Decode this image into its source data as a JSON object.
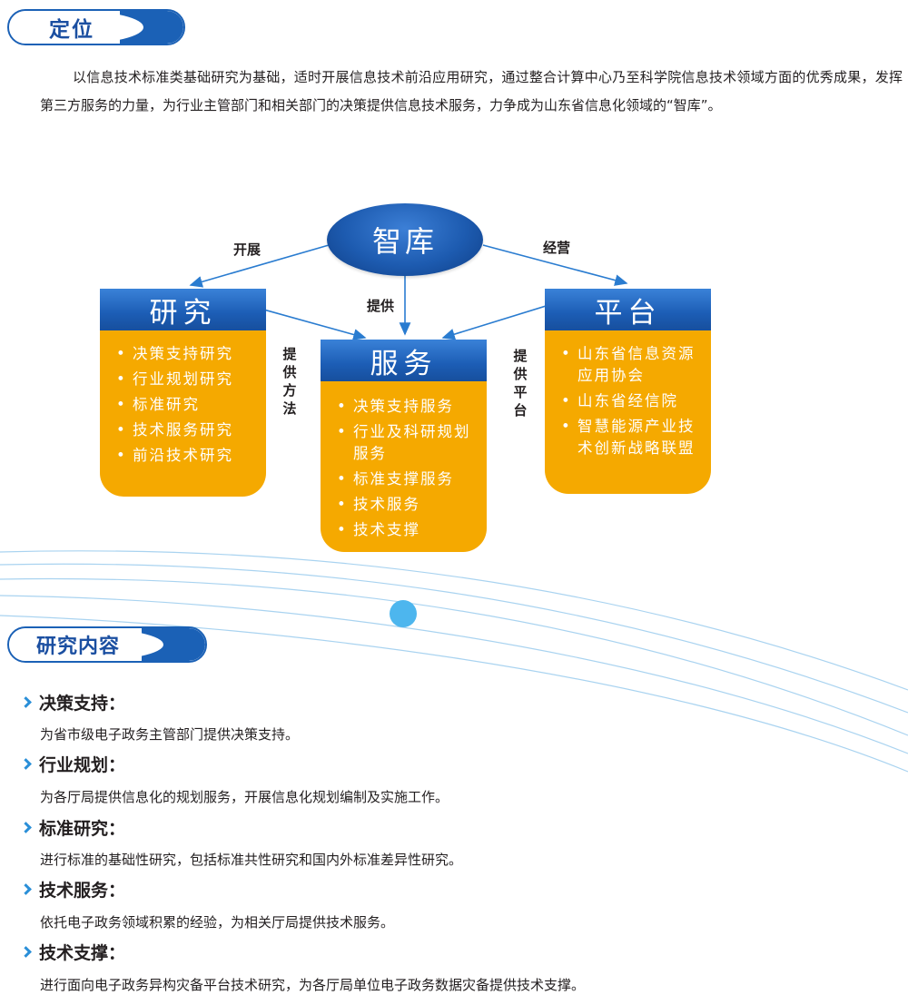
{
  "section1": {
    "title": "定位",
    "intro": "以信息技术标准类基础研究为基础，适时开展信息技术前沿应用研究，通过整合计算中心乃至科学院信息技术领域方面的优秀成果，发挥第三方服务的力量，为行业主管部门和相关部门的决策提供信息技术服务，力争成为山东省信息化领域的“智库”。"
  },
  "diagram": {
    "center": "智库",
    "edge_left": "开展",
    "edge_middle": "提供",
    "edge_right": "经营",
    "side_left": "提供方法",
    "side_right": "提供平台",
    "boxes": [
      {
        "title": "研究",
        "items": [
          "决策支持研究",
          "行业规划研究",
          "标准研究",
          "技术服务研究",
          "前沿技术研究"
        ]
      },
      {
        "title": "服务",
        "items": [
          "决策支持服务",
          "行业及科研规划服务",
          "标准支撑服务",
          "技术服务",
          "技术支撑"
        ]
      },
      {
        "title": "平台",
        "items": [
          "山东省信息资源应用协会",
          "山东省经信院",
          "智慧能源产业技术创新战略联盟"
        ]
      }
    ]
  },
  "section2": {
    "title": "研究内容",
    "items": [
      {
        "heading": "决策支持：",
        "desc": "为省市级电子政务主管部门提供决策支持。"
      },
      {
        "heading": "行业规划：",
        "desc": "为各厅局提供信息化的规划服务，开展信息化规划编制及实施工作。"
      },
      {
        "heading": "标准研究：",
        "desc": "进行标准的基础性研究，包括标准共性研究和国内外标准差异性研究。"
      },
      {
        "heading": "技术服务：",
        "desc": "依托电子政务领域积累的经验，为相关厅局提供技术服务。"
      },
      {
        "heading": "技术支撑：",
        "desc": "进行面向电子政务异构灾备平台技术研究，为各厅局单位电子政务数据灾备提供技术支撑。"
      }
    ]
  },
  "colors": {
    "brand_blue": "#1b61b6",
    "orange": "#f5a900",
    "light_blue": "#4db6ee"
  }
}
